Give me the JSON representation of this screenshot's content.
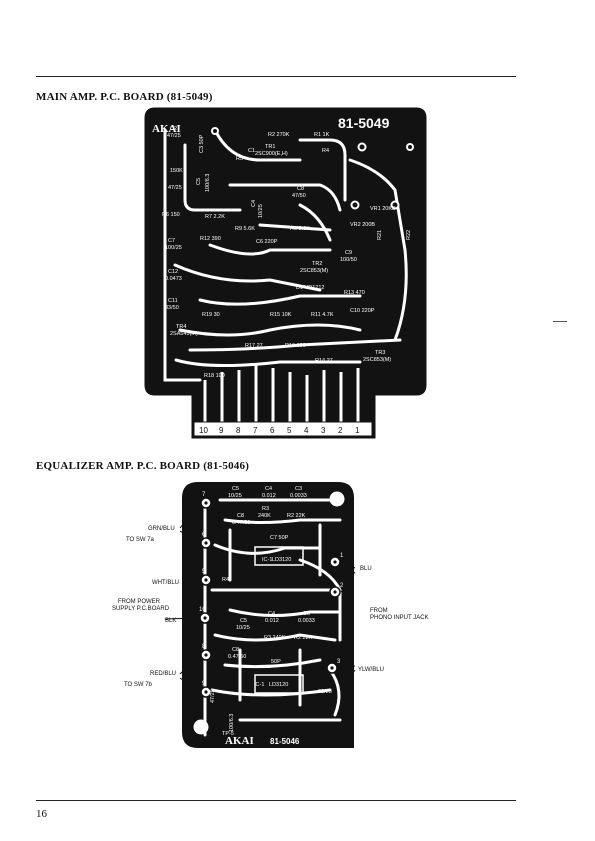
{
  "main_board": {
    "heading": "MAIN AMP. P.C. BOARD (81-5049)",
    "brand": "AKAI",
    "board_number": "81-5049",
    "components": {
      "c2": "C2",
      "c2v": "47/25",
      "c3": "C3 50P",
      "r2": "R2 270K",
      "r1": "R1 1K",
      "tr1": "TR1",
      "tr1t": "2SC900(E,H)",
      "r5": "R5",
      "c1": "C1",
      "r4": "R4",
      "r150": "150K",
      "c5": "C5",
      "c5v": "100/6.3",
      "c47": "47/25",
      "r6": "R6 150",
      "r7": "R7 2.2K",
      "c4": "C4",
      "c4v": "10/25",
      "c8": "C8",
      "c8v": "47/50",
      "r9": "R9 5.6K",
      "r8": "R8 5.6K",
      "r12": "R12 390",
      "c6": "C6 220P",
      "c7": "C7",
      "c7v": "100/25",
      "vr1": "VR1 20KB",
      "vr2": "VR2 200B",
      "r21": "R21",
      "r22": "R22",
      "c9": "C9",
      "c9v": "100/50",
      "tr2": "TR2",
      "tr2t": "2SC853(M)",
      "c12": "C12",
      "c12v": "0.0473",
      "c11": "C11",
      "c11v": "33/50",
      "d1": "D1 VD1212",
      "r13": "R13 470",
      "c10": "C10 220P",
      "r19": "R19 30",
      "r15": "R15 10K",
      "r11": "R11 4.7K",
      "tr4": "TR4",
      "tr4t": "2SA545(M)",
      "r17": "R17 27",
      "r16": "R16 100",
      "r14": "R14 27",
      "tr3": "TR3",
      "tr3t": "2SC853(M)",
      "r18": "R18 100"
    },
    "pins": [
      "10",
      "9",
      "8",
      "7",
      "6",
      "5",
      "4",
      "3",
      "2",
      "1"
    ]
  },
  "equalizer_board": {
    "heading": "EQUALIZER AMP. P.C. BOARD (81-5046)",
    "brand": "AKAI",
    "board_number": "81-5046",
    "components": {
      "c5top": "C5",
      "c5topv": "10/25",
      "c4top": "C4",
      "c4topv": "0.012",
      "c3top": "C3",
      "c3topv": "0.0033",
      "r3top": "R3",
      "r3topv": "240K",
      "r2top": "R2 22K",
      "c8top": "C8",
      "c8topv": "0.47/50",
      "c7top": "C7 50P",
      "ic1top": "IC-1",
      "ic1topt": "LD3120",
      "r4": "R4",
      "c5bot": "C5",
      "c5botv": "10/25",
      "c4bot": "C4",
      "c4botv": "0.012",
      "c3bot": "C3",
      "c3botv": "0.0033",
      "r3bot": "R3 240K",
      "r2bot": "R2 22K",
      "c8bot": "C8",
      "c8botv": "0.47/50",
      "c7bot": "50P",
      "ic1bot": "IC-1",
      "ic1bott": "LD3120",
      "c22": "22/25",
      "c1v": "47/25",
      "c9v": "100/6.3",
      "tp": "TP-5"
    },
    "pad_numbers": {
      "p7": "7",
      "p6": "6",
      "p5": "5",
      "p10": "10",
      "p8": "8",
      "p9": "9",
      "p1": "1",
      "p2": "2",
      "p3": "3"
    },
    "connections": {
      "grn_blu": "GRN/BLU",
      "to_sw7a": "TO SW 7a",
      "wht_blu": "WHT/BLU",
      "from_power_1": "FROM POWER",
      "from_power_2": "SUPPLY P.C.BOARD",
      "blk": "BLK",
      "red_blu": "RED/BLU",
      "to_sw7b": "TO SW 7b",
      "blu": "BLU",
      "from_phono_1": "FROM",
      "from_phono_2": "PHONO INPUT JACK",
      "ylw_blu": "YLW/BLU"
    }
  },
  "page_number": "16",
  "colors": {
    "board": "#121212",
    "trace": "#ffffff",
    "paper": "#ffffff"
  }
}
